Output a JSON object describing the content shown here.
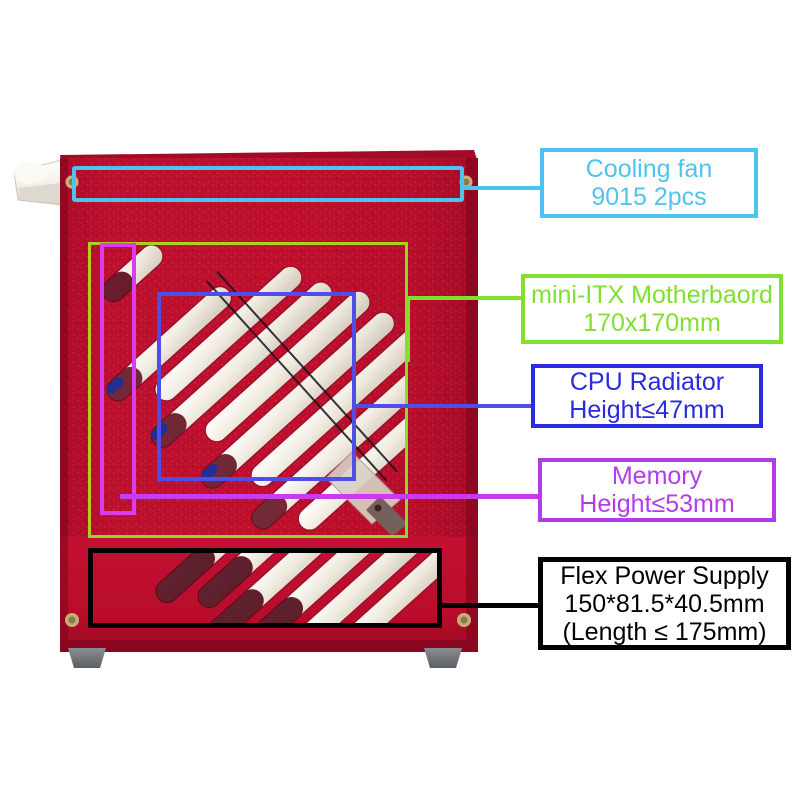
{
  "diagram": {
    "title": "mini-ITX PC case component clearance diagram",
    "product": "Red mini-ITX computer case (rear/side panel view)"
  },
  "colors": {
    "cooling_fan": "#4FC3F0",
    "motherboard": "#7FE030",
    "cpu_radiator": "#2A2ADF",
    "memory": "#B43CE8",
    "power_supply": "#000000",
    "case_red": "#C3102F",
    "case_red_dark": "#8F0A22",
    "foot_gray": "#6F7377",
    "vent_white": "#EFEAE0",
    "screw_gold": "#C9B27A"
  },
  "callouts": [
    {
      "id": "cooling-fan",
      "name": "cooling-fan-callout",
      "lines": [
        "Cooling fan",
        "9015 2pcs"
      ],
      "color": "#4FC3F0"
    },
    {
      "id": "motherboard",
      "name": "motherboard-callout",
      "lines": [
        "mini-ITX Motherbaord",
        "170x170mm"
      ],
      "color": "#7FE030"
    },
    {
      "id": "cpu-radiator",
      "name": "cpu-radiator-callout",
      "lines": [
        "CPU Radiator",
        "Height≤47mm"
      ],
      "color": "#2A2ADF"
    },
    {
      "id": "memory",
      "name": "memory-callout",
      "lines": [
        "Memory",
        "Height≤53mm"
      ],
      "color": "#B43CE8"
    },
    {
      "id": "power-supply",
      "name": "power-supply-callout",
      "lines": [
        "Flex Power Supply",
        "150*81.5*40.5mm",
        "(Length ≤ 175mm)"
      ],
      "color": "#000000"
    }
  ],
  "annotations": {
    "cooling_fan": {
      "label": "cooling fan mounting zone"
    },
    "motherboard": {
      "label": "mini-ITX motherboard area"
    },
    "cpu_radiator": {
      "label": "CPU radiator clearance area"
    },
    "memory": {
      "label": "memory module clearance area"
    },
    "power_supply": {
      "label": "flex power supply bay"
    }
  }
}
